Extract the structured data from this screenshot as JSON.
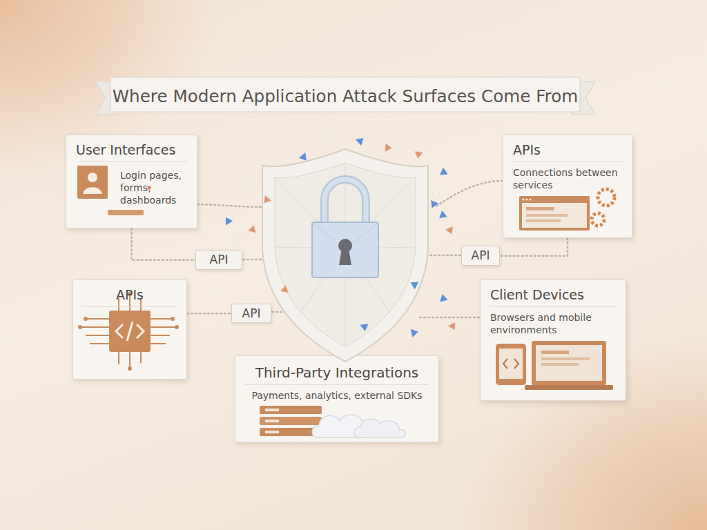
{
  "diagram": {
    "title": "Where Modern Application Attack Surfaces Come From",
    "nodes": [
      {
        "text": [
          "User Interfaces",
          "Login pages, forms, dashboards"
        ]
      },
      {
        "text": [
          "APIs",
          "Connections between services"
        ]
      },
      {
        "text": [
          "API"
        ]
      },
      {
        "text": [
          "API"
        ]
      },
      {
        "text": [
          "APIs"
        ]
      },
      {
        "text": [
          "API"
        ]
      },
      {
        "text": [
          "Client Devices",
          "Browsers and mobile environments"
        ]
      },
      {
        "text": [
          "Third-Party Integrations",
          "Payments, analytics, external SDKs"
        ]
      }
    ],
    "edges": [
      {
        "from": 0,
        "to": 2,
        "arrow": "none"
      },
      {
        "from": 1,
        "to": 3,
        "arrow": "none"
      },
      {
        "from": 4,
        "to": 5,
        "arrow": "none"
      }
    ]
  }
}
